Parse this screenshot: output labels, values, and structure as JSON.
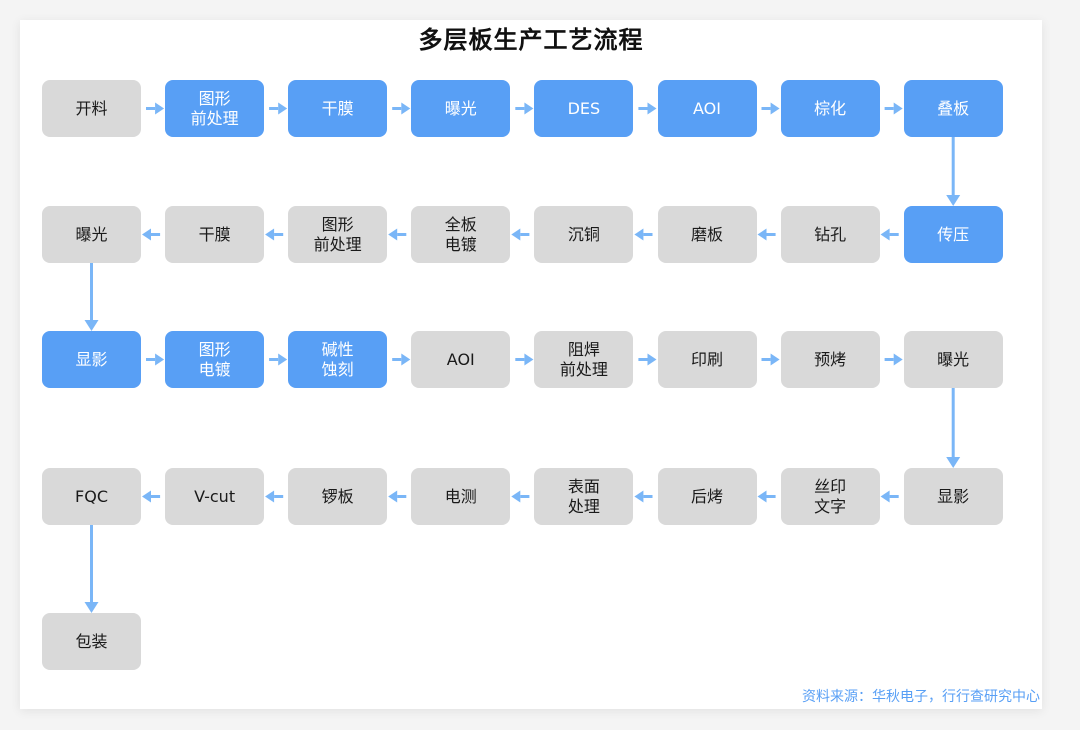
{
  "title": "多层板生产工艺流程",
  "source": "资料来源：华秋电子，行行查研究中心",
  "colors": {
    "highlight": "#589ff5",
    "default": "#d9d9d9",
    "arrow": "#7ab6f7",
    "text_dark": "#1a1a1a",
    "text_light": "#ffffff"
  },
  "rows": [
    {
      "direction": "left-to-right",
      "steps": [
        {
          "label": "开料",
          "style": "gray"
        },
        {
          "label": "图形\n前处理",
          "style": "blue"
        },
        {
          "label": "干膜",
          "style": "blue"
        },
        {
          "label": "曝光",
          "style": "blue"
        },
        {
          "label": "DES",
          "style": "blue"
        },
        {
          "label": "AOI",
          "style": "blue"
        },
        {
          "label": "棕化",
          "style": "blue"
        },
        {
          "label": "叠板",
          "style": "blue"
        }
      ]
    },
    {
      "direction": "right-to-left",
      "steps": [
        {
          "label": "曝光",
          "style": "gray"
        },
        {
          "label": "干膜",
          "style": "gray"
        },
        {
          "label": "图形\n前处理",
          "style": "gray"
        },
        {
          "label": "全板\n电镀",
          "style": "gray"
        },
        {
          "label": "沉铜",
          "style": "gray"
        },
        {
          "label": "磨板",
          "style": "gray"
        },
        {
          "label": "钻孔",
          "style": "gray"
        },
        {
          "label": "传压",
          "style": "blue"
        }
      ]
    },
    {
      "direction": "left-to-right",
      "steps": [
        {
          "label": "显影",
          "style": "blue"
        },
        {
          "label": "图形\n电镀",
          "style": "blue"
        },
        {
          "label": "碱性\n蚀刻",
          "style": "blue"
        },
        {
          "label": "AOI",
          "style": "gray"
        },
        {
          "label": "阻焊\n前处理",
          "style": "gray"
        },
        {
          "label": "印刷",
          "style": "gray"
        },
        {
          "label": "预烤",
          "style": "gray"
        },
        {
          "label": "曝光",
          "style": "gray"
        }
      ]
    },
    {
      "direction": "right-to-left",
      "steps": [
        {
          "label": "FQC",
          "style": "gray"
        },
        {
          "label": "V-cut",
          "style": "gray"
        },
        {
          "label": "锣板",
          "style": "gray"
        },
        {
          "label": "电测",
          "style": "gray"
        },
        {
          "label": "表面\n处理",
          "style": "gray"
        },
        {
          "label": "后烤",
          "style": "gray"
        },
        {
          "label": "丝印\n文字",
          "style": "gray"
        },
        {
          "label": "显影",
          "style": "gray"
        }
      ]
    },
    {
      "direction": "end",
      "steps": [
        {
          "label": "包装",
          "style": "gray"
        }
      ]
    }
  ]
}
